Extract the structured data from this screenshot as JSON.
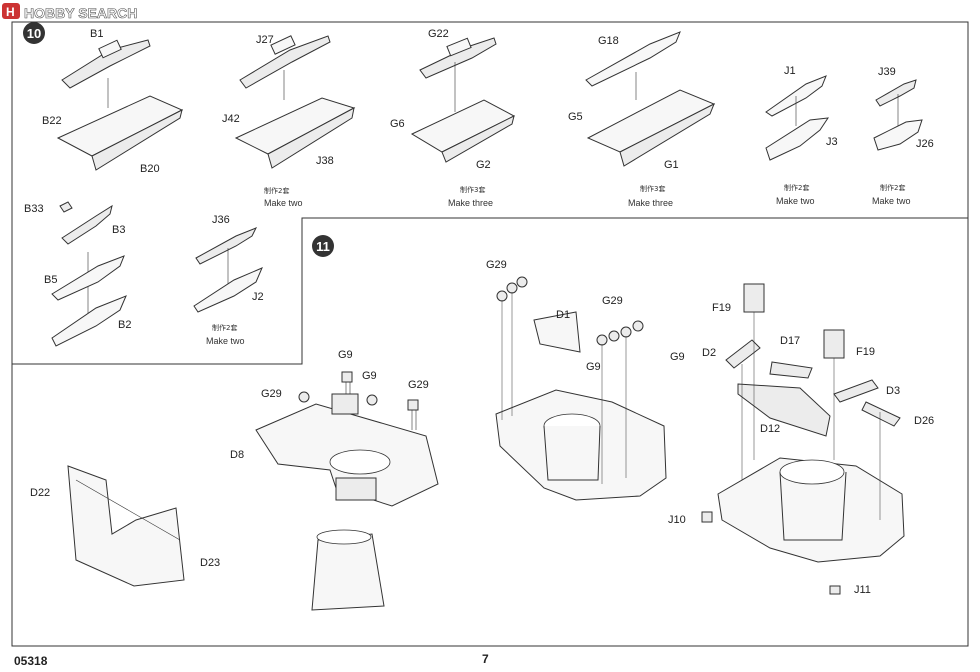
{
  "watermark": "HOBBY SEARCH",
  "footer": {
    "code": "05318",
    "page": "7"
  },
  "step10": {
    "number": "10",
    "groups": [
      {
        "labels": [
          "B1",
          "B22",
          "B20"
        ]
      },
      {
        "labels": [
          "J27",
          "J42",
          "J38"
        ],
        "qty_cn": "制作2套",
        "qty_en": "Make two"
      },
      {
        "labels": [
          "G22",
          "G6",
          "G2"
        ],
        "qty_cn": "制作3套",
        "qty_en": "Make three"
      },
      {
        "labels": [
          "G18",
          "G5",
          "G1"
        ],
        "qty_cn": "制作3套",
        "qty_en": "Make three"
      },
      {
        "labels": [
          "J1",
          "J3"
        ],
        "qty_cn": "制作2套",
        "qty_en": "Make two"
      },
      {
        "labels": [
          "J39",
          "J26"
        ],
        "qty_cn": "制作2套",
        "qty_en": "Make two"
      },
      {
        "labels": [
          "B33",
          "B3",
          "B5",
          "B2"
        ]
      },
      {
        "labels": [
          "J36",
          "J2"
        ],
        "qty_cn": "制作2套",
        "qty_en": "Make two"
      }
    ]
  },
  "step11": {
    "number": "11",
    "labels": [
      "G9",
      "G29",
      "G9",
      "G29",
      "D8",
      "D22",
      "D23",
      "G29",
      "D1",
      "G29",
      "G9",
      "G9",
      "F19",
      "D2",
      "D17",
      "F19",
      "D12",
      "D3",
      "D26",
      "J10",
      "J11"
    ]
  }
}
